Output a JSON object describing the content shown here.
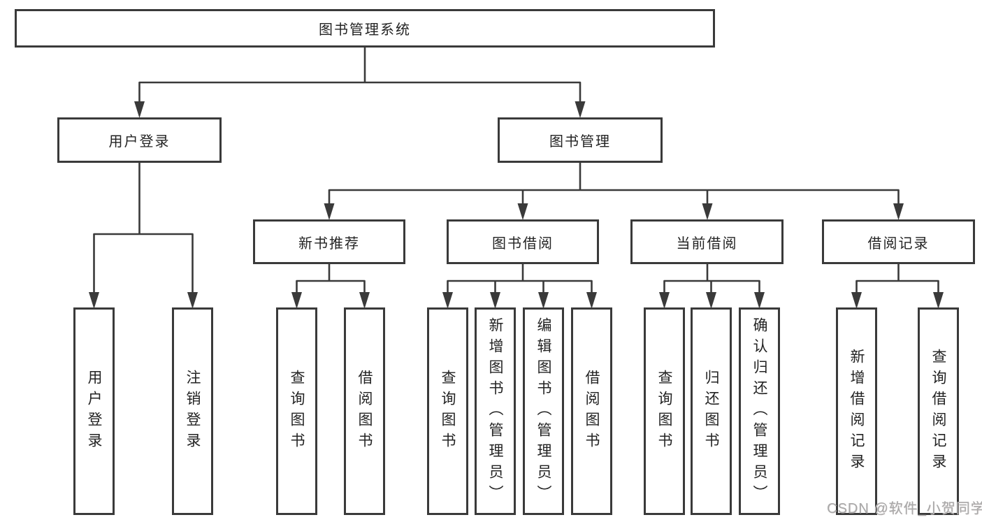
{
  "diagram": {
    "root": {
      "label": "图书管理系统"
    },
    "level2": [
      {
        "label": "用户登录"
      },
      {
        "label": "图书管理"
      }
    ],
    "level3": [
      {
        "label": "新书推荐"
      },
      {
        "label": "图书借阅"
      },
      {
        "label": "当前借阅"
      },
      {
        "label": "借阅记录"
      }
    ],
    "leaves": {
      "user_login": [
        "用户登录",
        "注销登录"
      ],
      "new_book": [
        "查询图书",
        "借阅图书"
      ],
      "book_borrow": [
        "查询图书",
        "新增图书（管理员）",
        "编辑图书（管理员）",
        "借阅图书"
      ],
      "current_borrow": [
        "查询图书",
        "归还图书",
        "确认归还（管理员）"
      ],
      "borrow_record": [
        "新增借阅记录",
        "查询借阅记录"
      ]
    }
  },
  "watermark": {
    "text": "CSDN @软件_小贺同学"
  },
  "colors": {
    "line": "#3a3a3a",
    "box_border": "#3a3a3a",
    "box_fill": "#ffffff",
    "background": "#ffffff",
    "text": "#232323",
    "watermark_text": "#aaaaaa"
  }
}
